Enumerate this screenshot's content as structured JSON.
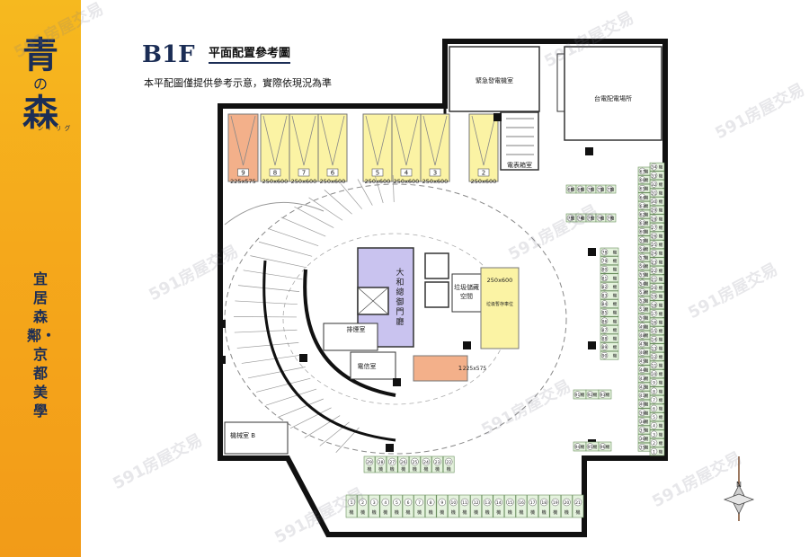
{
  "brand": {
    "line1": "青",
    "line2": "の",
    "line3": "森",
    "ruby": "グリーン"
  },
  "tagline": "宜居森鄰・京都美學",
  "title": "B1F",
  "subtitle": "平面配置參考圖",
  "note": "本平配圖僅提供參考示意，實際依現況為準",
  "watermark": "591房屋交易",
  "rooms": {
    "generator": "緊急發電機室",
    "power": "台電配電場所",
    "meter": "電表箱室",
    "lobby": "大和總御門廳",
    "waste": "垃圾儲藏空間",
    "trash": "垃圾暫存車位",
    "exhaust": "排煙室",
    "telecom": "電信室",
    "mech": "機械室 B"
  },
  "big_slots": [
    {
      "num": "9",
      "size": "225x575",
      "color": "#f3b08a"
    },
    {
      "num": "8",
      "size": "250x600",
      "color": "#fbf3a4"
    },
    {
      "num": "7",
      "size": "250x600",
      "color": "#fbf3a4"
    },
    {
      "num": "6",
      "size": "250x600",
      "color": "#fbf3a4"
    },
    {
      "num": "5",
      "size": "250x600",
      "color": "#fbf3a4"
    },
    {
      "num": "4",
      "size": "250x600",
      "color": "#fbf3a4"
    },
    {
      "num": "3",
      "size": "250x600",
      "color": "#fbf3a4"
    },
    {
      "num": "2",
      "size": "250x600",
      "color": "#fbf3a4"
    }
  ],
  "special_slot": {
    "size": "250x600",
    "num": "1",
    "size2": "225x575"
  },
  "moto_label": "機",
  "bottom_row": [
    "1",
    "2",
    "3",
    "4",
    "5",
    "6",
    "7",
    "8",
    "9",
    "10",
    "11",
    "12",
    "13",
    "14",
    "15",
    "16",
    "17",
    "18",
    "19",
    "20",
    "21"
  ],
  "mid_row": [
    "29",
    "28",
    "27",
    "26",
    "25",
    "24",
    "23",
    "22"
  ],
  "right_col": [
    "1",
    "2",
    "3",
    "4",
    "5",
    "6",
    "7",
    "8",
    "9",
    "10",
    "11",
    "12",
    "13",
    "14",
    "15",
    "16",
    "17",
    "18",
    "19",
    "20",
    "21",
    "22",
    "23",
    "24",
    "25",
    "26",
    "27",
    "28",
    "29",
    "30",
    "31",
    "32",
    "33",
    "34",
    "35",
    "36",
    "37",
    "38",
    "39",
    "40",
    "41",
    "42",
    "43",
    "44",
    "45",
    "46",
    "47",
    "48",
    "49",
    "50",
    "51",
    "52",
    "53",
    "54",
    "55",
    "56",
    "57",
    "58",
    "59",
    "60",
    "61",
    "62",
    "63",
    "64",
    "65",
    "66",
    "67"
  ],
  "inner_col": [
    "78",
    "79",
    "80",
    "81",
    "82",
    "83",
    "84",
    "85",
    "86",
    "87",
    "88",
    "89",
    "90"
  ],
  "top_cluster": [
    "68",
    "69",
    "70",
    "71",
    "72",
    "73",
    "74",
    "75",
    "76",
    "77"
  ],
  "misc_slots": [
    "91",
    "92",
    "93",
    "94",
    "95",
    "96"
  ],
  "compass": "N"
}
